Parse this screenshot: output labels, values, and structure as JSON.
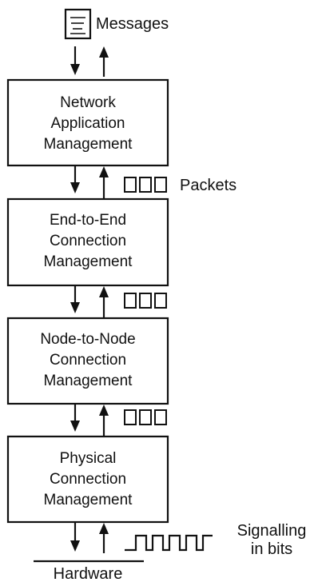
{
  "messages_label": "Messages",
  "packets_label": "Packets",
  "signalling_label": [
    "Signalling",
    "in bits"
  ],
  "hardware_label": "Hardware",
  "layers": [
    {
      "id": "network-application",
      "lines": [
        "Network",
        "Application",
        "Management"
      ]
    },
    {
      "id": "end-to-end",
      "lines": [
        "End-to-End",
        "Connection",
        "Management"
      ]
    },
    {
      "id": "node-to-node",
      "lines": [
        "Node-to-Node",
        "Connection",
        "Management"
      ]
    },
    {
      "id": "physical",
      "lines": [
        "Physical",
        "Connection",
        "Management"
      ]
    }
  ],
  "icons": {
    "message": "document-icon",
    "packet": "packet-icon",
    "signal": "square-wave-icon"
  }
}
